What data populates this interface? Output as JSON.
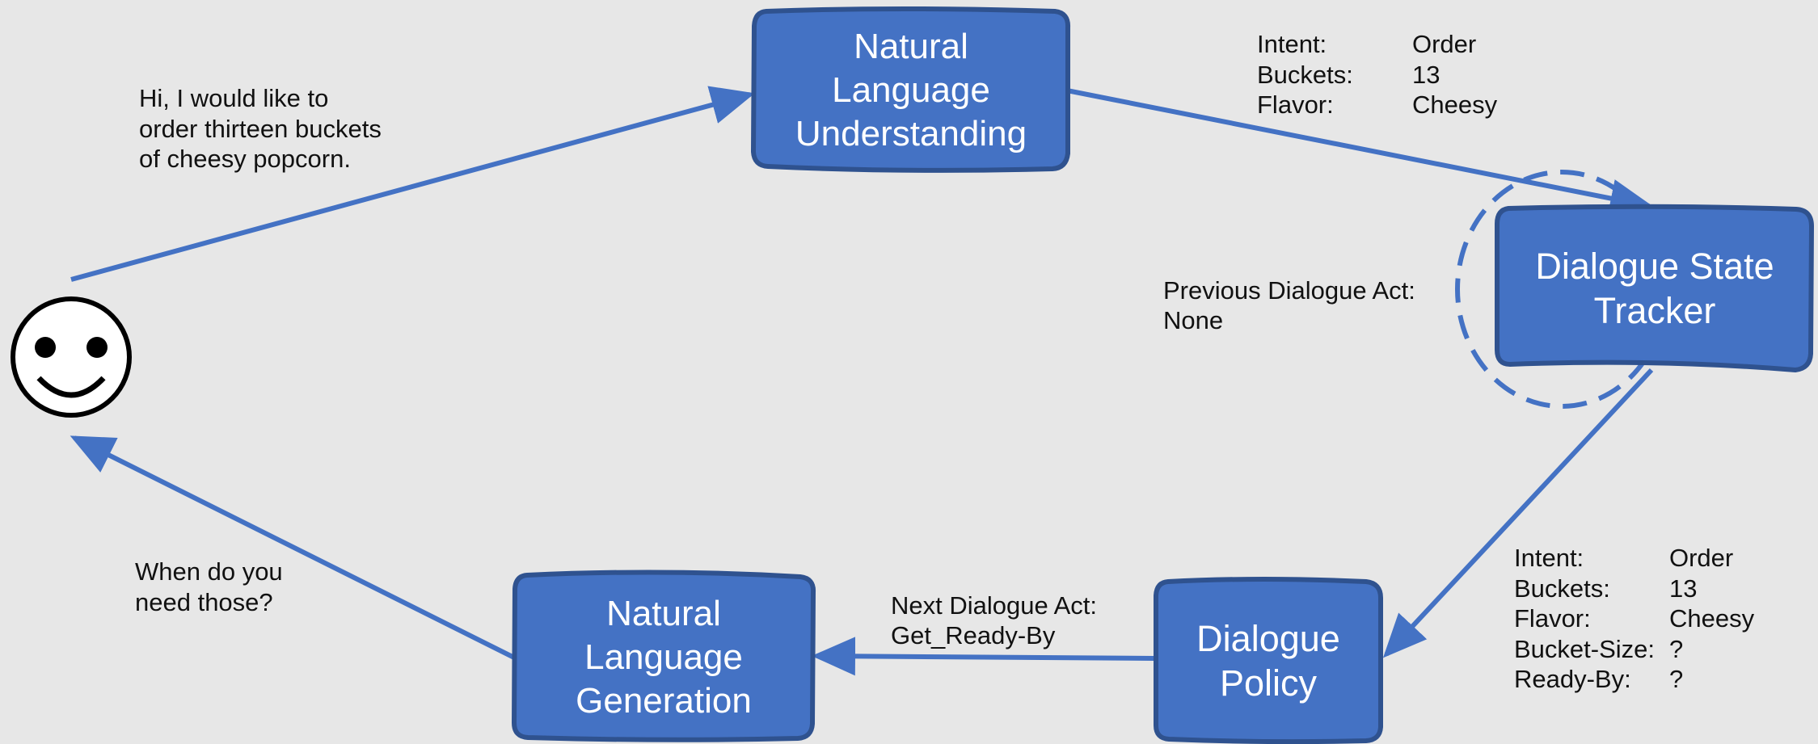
{
  "colors": {
    "box_fill": "#4472c4",
    "box_stroke": "#2f528f",
    "arrow": "#4472c4",
    "background": "#e7e7e7"
  },
  "nodes": {
    "nlu": "Natural\nLanguage\nUnderstanding",
    "dst": "Dialogue State\nTracker",
    "policy": "Dialogue\nPolicy",
    "nlg": "Natural\nLanguage\nGeneration"
  },
  "user_icon": "smiley-face-icon",
  "user_utterance": "Hi, I would like to\norder thirteen buckets\nof cheesy popcorn.",
  "system_utterance": "When do you\nneed those?",
  "nlu_output": [
    {
      "key": "Intent:",
      "value": "Order"
    },
    {
      "key": "Buckets:",
      "value": "13"
    },
    {
      "key": "Flavor:",
      "value": "Cheesy"
    }
  ],
  "previous_act": {
    "label": "Previous Dialogue Act:",
    "value": "None"
  },
  "state_output": [
    {
      "key": "Intent:",
      "value": "Order"
    },
    {
      "key": "Buckets:",
      "value": "13"
    },
    {
      "key": "Flavor:",
      "value": "Cheesy"
    },
    {
      "key": "Bucket-Size:",
      "value": "?"
    },
    {
      "key": "Ready-By:",
      "value": "?"
    }
  ],
  "next_act": {
    "label": "Next Dialogue Act:",
    "value": "Get_Ready-By"
  }
}
